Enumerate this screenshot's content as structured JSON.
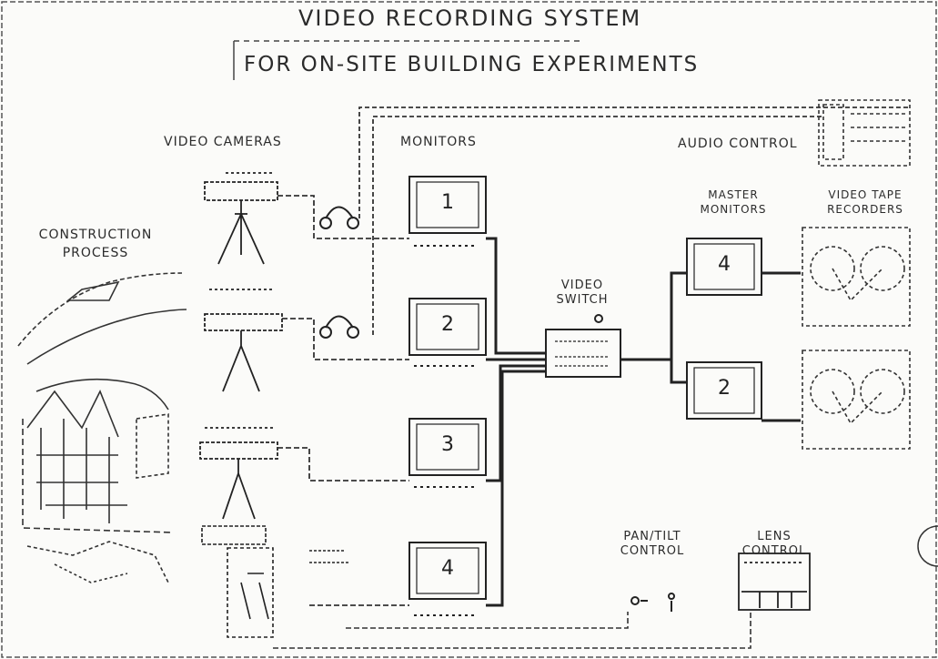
{
  "title": "VIDEO RECORDING SYSTEM",
  "subtitle": "FOR ON-SITE BUILDING EXPERIMENTS",
  "labels": {
    "video_cameras": "VIDEO CAMERAS",
    "monitors": "MONITORS",
    "audio_control": "AUDIO CONTROL",
    "master_monitors_line1": "MASTER",
    "master_monitors_line2": "MONITORS",
    "vtr_line1": "VIDEO TAPE",
    "vtr_line2": "RECORDERS",
    "construction_line1": "CONSTRUCTION",
    "construction_line2": "PROCESS",
    "video_switch_line1": "VIDEO",
    "video_switch_line2": "SWITCH",
    "pan_tilt_line1": "PAN/TILT",
    "pan_tilt_line2": "CONTROL",
    "lens_line1": "LENS",
    "lens_line2": "CONTROL"
  },
  "monitor_numbers": [
    "1",
    "2",
    "3",
    "4"
  ],
  "master_monitor_numbers": [
    "4",
    "2"
  ]
}
